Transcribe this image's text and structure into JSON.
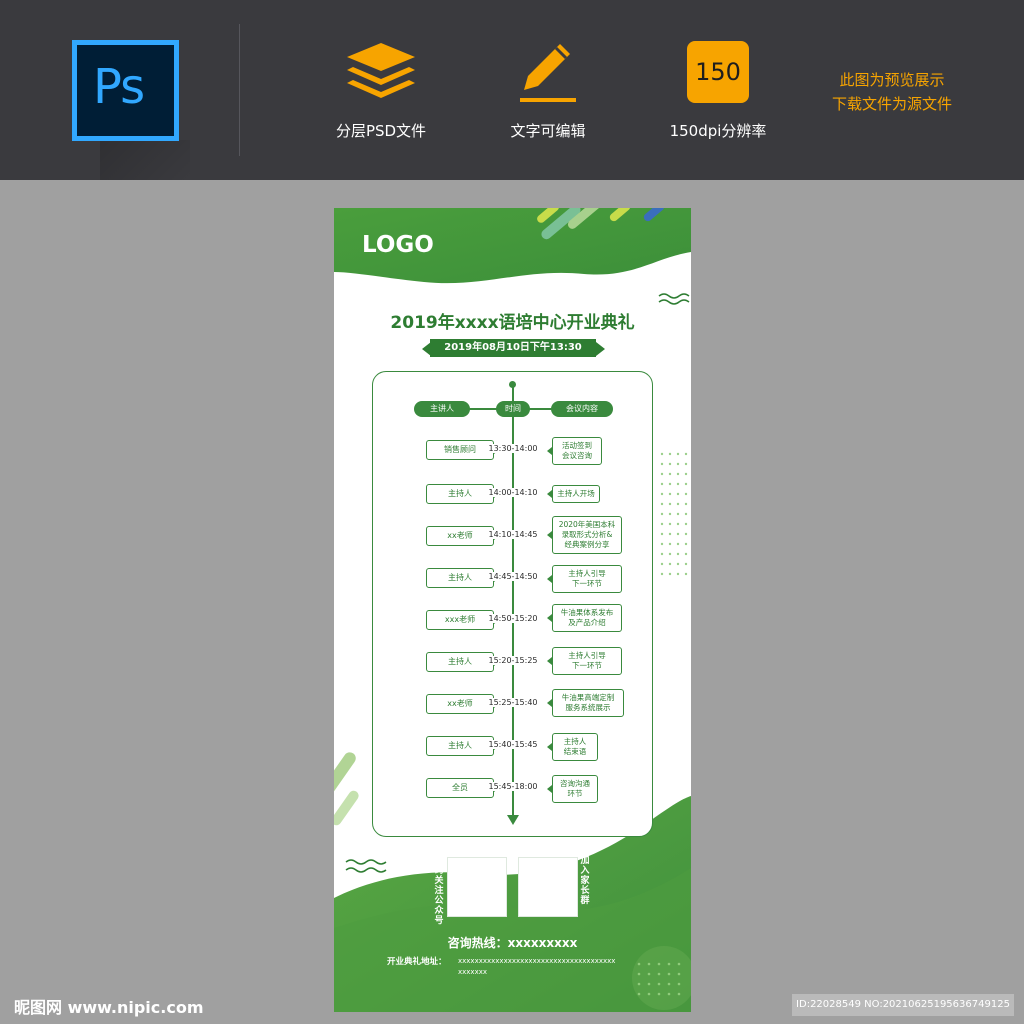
{
  "toolbar": {
    "app_logo": "Ps",
    "features": [
      {
        "icon": "layers-icon",
        "label": "分层PSD文件"
      },
      {
        "icon": "pencil-icon",
        "label": "文字可编辑"
      },
      {
        "icon": "resolution-badge",
        "badge": "150",
        "label": "150dpi分辨率"
      }
    ],
    "preview_note": [
      "此图为预览展示",
      "下载文件为源文件"
    ]
  },
  "poster": {
    "logo": "LOGO",
    "title": "2019年xxxx语培中心开业典礼",
    "date": "2019年08月10日下午13:30",
    "headers": {
      "speaker": "主讲人",
      "time": "时间",
      "content": "会议内容"
    },
    "rows": [
      {
        "speaker": "销售顾问",
        "time": "13:30-14:00",
        "content": [
          "活动签到",
          "会议咨询"
        ]
      },
      {
        "speaker": "主持人",
        "time": "14:00-14:10",
        "content": [
          "主持人开场"
        ]
      },
      {
        "speaker": "xx老师",
        "time": "14:10-14:45",
        "content": [
          "2020年美国本科",
          "录取形式分析&",
          "经典案例分享"
        ]
      },
      {
        "speaker": "主持人",
        "time": "14:45-14:50",
        "content": [
          "主持人引导",
          "下一环节"
        ]
      },
      {
        "speaker": "xxx老师",
        "time": "14:50-15:20",
        "content": [
          "牛油果体系发布",
          "及产品介绍"
        ]
      },
      {
        "speaker": "主持人",
        "time": "15:20-15:25",
        "content": [
          "主持人引导",
          "下一环节"
        ]
      },
      {
        "speaker": "xx老师",
        "time": "15:25-15:40",
        "content": [
          "牛油果高端定制",
          "服务系统展示"
        ]
      },
      {
        "speaker": "主持人",
        "time": "15:40-15:45",
        "content": [
          "主持人",
          "结束语"
        ]
      },
      {
        "speaker": "全员",
        "time": "15:45-18:00",
        "content": [
          "咨询沟通",
          "环节"
        ]
      }
    ],
    "qr_left_label": "扫码关注公众号",
    "qr_right_label": "加入家长群",
    "hotline": "咨询热线：xxxxxxxxx",
    "address_label": "开业典礼地址：",
    "address_value": "xxxxxxxxxxxxxxxxxxxxxxxxxxxxxxxxxxxxxxxxxxxxx"
  },
  "watermark": {
    "left": "昵图网 www.nipic.com",
    "right": "ID:22028549 NO:20210625195636749125"
  },
  "colors": {
    "toolbar": "#3a3a3e",
    "canvas": "#a0a0a0",
    "accent": "#f7a400",
    "green": "#3a8a3e",
    "ps_blue": "#31a8ff"
  }
}
